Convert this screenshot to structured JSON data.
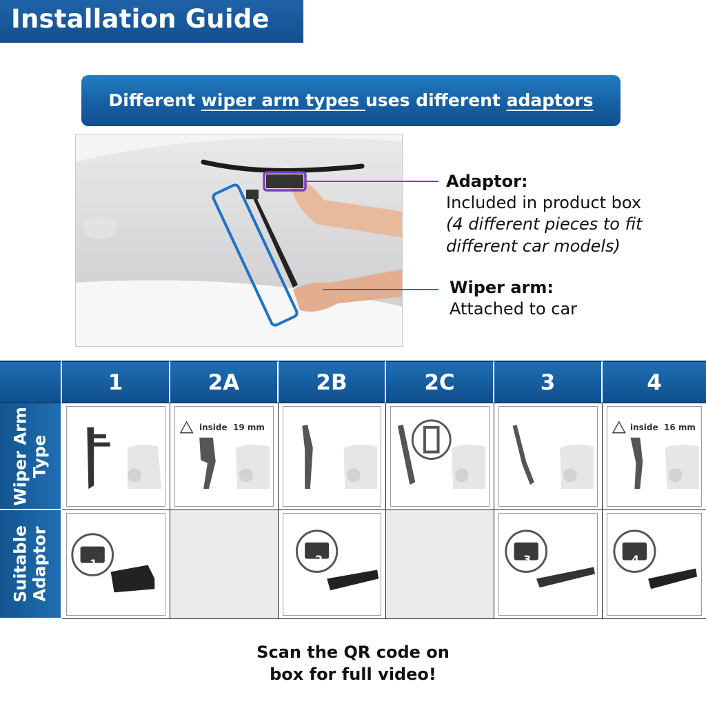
{
  "header": {
    "title": "Installation Guide"
  },
  "banner": {
    "text_1": "Different ",
    "text_2": "wiper arm types ",
    "text_3": "uses different ",
    "text_4": "adaptors"
  },
  "callouts": {
    "adaptor": {
      "title": "Adaptor:",
      "line1": "Included in product box",
      "line2": "(4 different pieces to fit",
      "line3": "different car models)"
    },
    "wiper_arm": {
      "title": "Wiper arm:",
      "line1": "Attached to car"
    }
  },
  "table": {
    "columns": [
      "1",
      "2A",
      "2B",
      "2C",
      "3",
      "4"
    ],
    "rows": {
      "arm_type": {
        "label1": "Wiper Arm",
        "label2": "Type"
      },
      "adaptor": {
        "label1": "Suitable",
        "label2": "Adaptor"
      }
    },
    "notes": {
      "col_2a": "inside  19 mm",
      "col_4": "inside  16 mm"
    },
    "adaptor_numbers": {
      "col_1": "1",
      "col_2b": "2",
      "col_3": "3",
      "col_4": "4"
    }
  },
  "footer": {
    "line1": "Scan the QR code on",
    "line2": "box for full video!"
  },
  "colors": {
    "brand_blue": "#1660a3",
    "callout_purple": "#7b3fc4",
    "callout_blue": "#1f72c7"
  }
}
